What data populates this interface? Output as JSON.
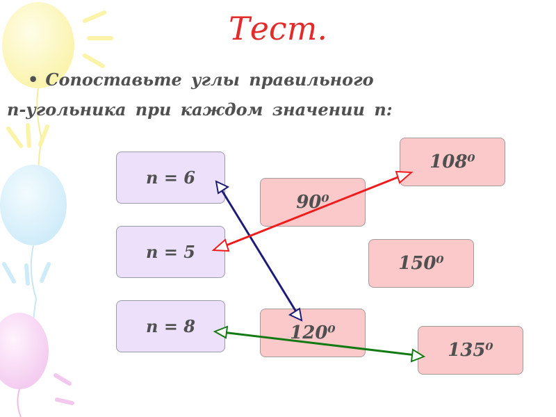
{
  "title": "Тест.",
  "instruction": {
    "bullet": "•",
    "line1": "Сопоставьте углы правильного",
    "line2": "n-угольника при каждом значении n:"
  },
  "n_boxes": {
    "n6": "n = 6",
    "n5": "n = 5",
    "n8": "n = 8"
  },
  "angle_boxes": {
    "a108": "108⁰",
    "a90": "90⁰",
    "a150": "150⁰",
    "a120": "120⁰",
    "a135": "135⁰"
  },
  "colors": {
    "title": "#e32b2b",
    "text": "#505050",
    "n_box_fill": "#ece0fa",
    "angle_box_fill": "#fbc9c9",
    "arrow_n6": "#1c1c78",
    "arrow_n5": "#ee1c1c",
    "arrow_n8": "#127a12"
  },
  "matches": [
    {
      "from": "n = 6",
      "to": "120⁰",
      "color_key": "arrow_n6"
    },
    {
      "from": "n = 5",
      "to": "108⁰",
      "color_key": "arrow_n5"
    },
    {
      "from": "n = 8",
      "to": "135⁰",
      "color_key": "arrow_n8"
    }
  ]
}
